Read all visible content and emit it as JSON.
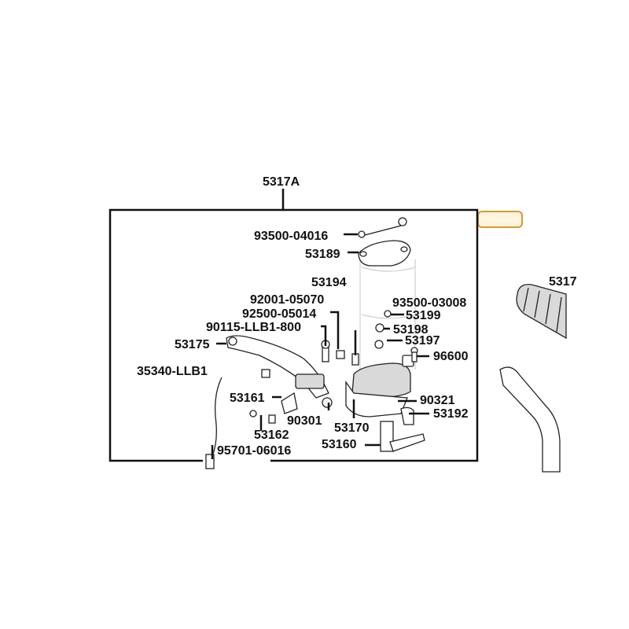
{
  "diagram": {
    "assembly_label": "5317A",
    "part_labels": [
      {
        "id": "p1",
        "text": "93500-04016"
      },
      {
        "id": "p2",
        "text": "53189"
      },
      {
        "id": "p3",
        "text": "53194"
      },
      {
        "id": "p4",
        "text": "92001-05070"
      },
      {
        "id": "p5",
        "text": "93500-03008"
      },
      {
        "id": "p6",
        "text": "92500-05014"
      },
      {
        "id": "p7",
        "text": "53199"
      },
      {
        "id": "p8",
        "text": "90115-LLB1-800"
      },
      {
        "id": "p9",
        "text": "53198"
      },
      {
        "id": "p10",
        "text": "53175"
      },
      {
        "id": "p11",
        "text": "53197"
      },
      {
        "id": "p12",
        "text": "96600"
      },
      {
        "id": "p13",
        "text": "35340-LLB1"
      },
      {
        "id": "p14",
        "text": "53161"
      },
      {
        "id": "p15",
        "text": "90321"
      },
      {
        "id": "p16",
        "text": "53192"
      },
      {
        "id": "p17",
        "text": "90301"
      },
      {
        "id": "p18",
        "text": "53170"
      },
      {
        "id": "p19",
        "text": "53162"
      },
      {
        "id": "p20",
        "text": "53160"
      },
      {
        "id": "p21",
        "text": "95701-06016"
      },
      {
        "id": "p22",
        "text": "5317"
      }
    ],
    "highlight_color": "#d89a2a"
  }
}
